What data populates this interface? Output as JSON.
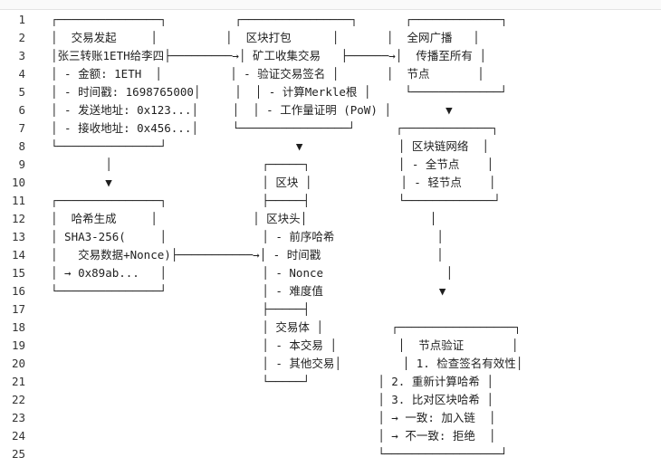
{
  "line_numbers": [
    "1",
    "2",
    "3",
    "4",
    "5",
    "6",
    "7",
    "8",
    "9",
    "10",
    "11",
    "12",
    "13",
    "14",
    "15",
    "16",
    "17",
    "18",
    "19",
    "20",
    "21",
    "22",
    "23",
    "24",
    "25"
  ],
  "lines": [
    "┌───────────────┐          ┌────────────────┐       ┌─────────────┐",
    "│  交易发起     │          │  区块打包      │       │  全网广播   │",
    "│张三转账1ETH给李四├─────────→│ 矿工收集交易   ├──────→│  传播至所有 │",
    "│ - 金额: 1ETH  │          │ - 验证交易签名 │       │  节点       │",
    "│ - 时间戳: 1698765000│     │  │ - 计算Merkle根 │     └─────────────┘",
    "│ - 发送地址: 0x123...│     │  │ - 工作量证明 (PoW) │        ▼",
    "│ - 接收地址: 0x456...│     └────────────────┘      ┌─────────────┐",
    "└───────────────┘                   ▼              │ 区块链网络  │",
    "        │                      ┌─────┐             │ - 全节点    │",
    "        ▼                      │ 区块 │             │ - 轻节点    │",
    "┌───────────────┐              ├─────┤             └─────────────┘",
    "│  哈希生成     │              │ 区块头│                  │",
    "│ SHA3-256(     │              │ - 前序哈希               │",
    "│   交易数据+Nonce)├───────────→│ - 时间戳                 │",
    "│ → 0x89ab...   │              │ - Nonce                  │",
    "└───────────────┘              │ - 难度值                 ▼",
    "                               ├─────┤",
    "                               │ 交易体 │          ┌─────────────────┐",
    "                               │ - 本交易 │         │  节点验证       │",
    "                               │ - 其他交易│         │ 1. 检查签名有效性│",
    "                               └─────┘          │ 2. 重新计算哈希 │",
    "                                                │ 3. 比对区块哈希 │",
    "                                                │ → 一致: 加入链  │",
    "                                                │ → 不一致: 拒绝  │",
    "                                                └─────────────────┘"
  ]
}
